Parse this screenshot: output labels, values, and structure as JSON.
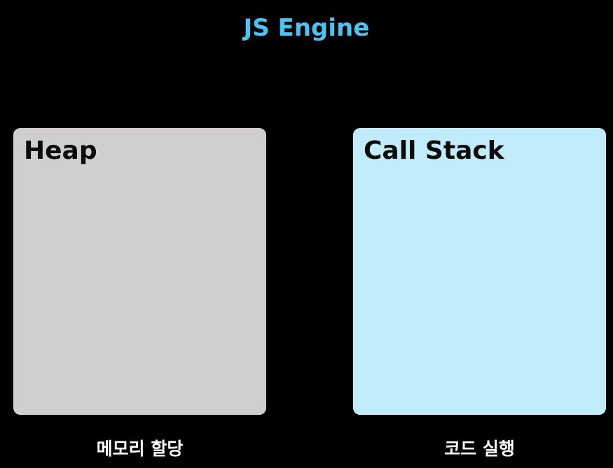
{
  "title": "JS Engine",
  "heap": {
    "label": "Heap",
    "caption": "메모리 할당"
  },
  "call_stack": {
    "label": "Call Stack",
    "caption": "코드 실행"
  },
  "colors": {
    "background": "#000000",
    "title": "#4cc3f1",
    "heap_panel": "#d0cecf",
    "call_stack_panel": "#c0ecfc",
    "caption": "#ffffff"
  }
}
